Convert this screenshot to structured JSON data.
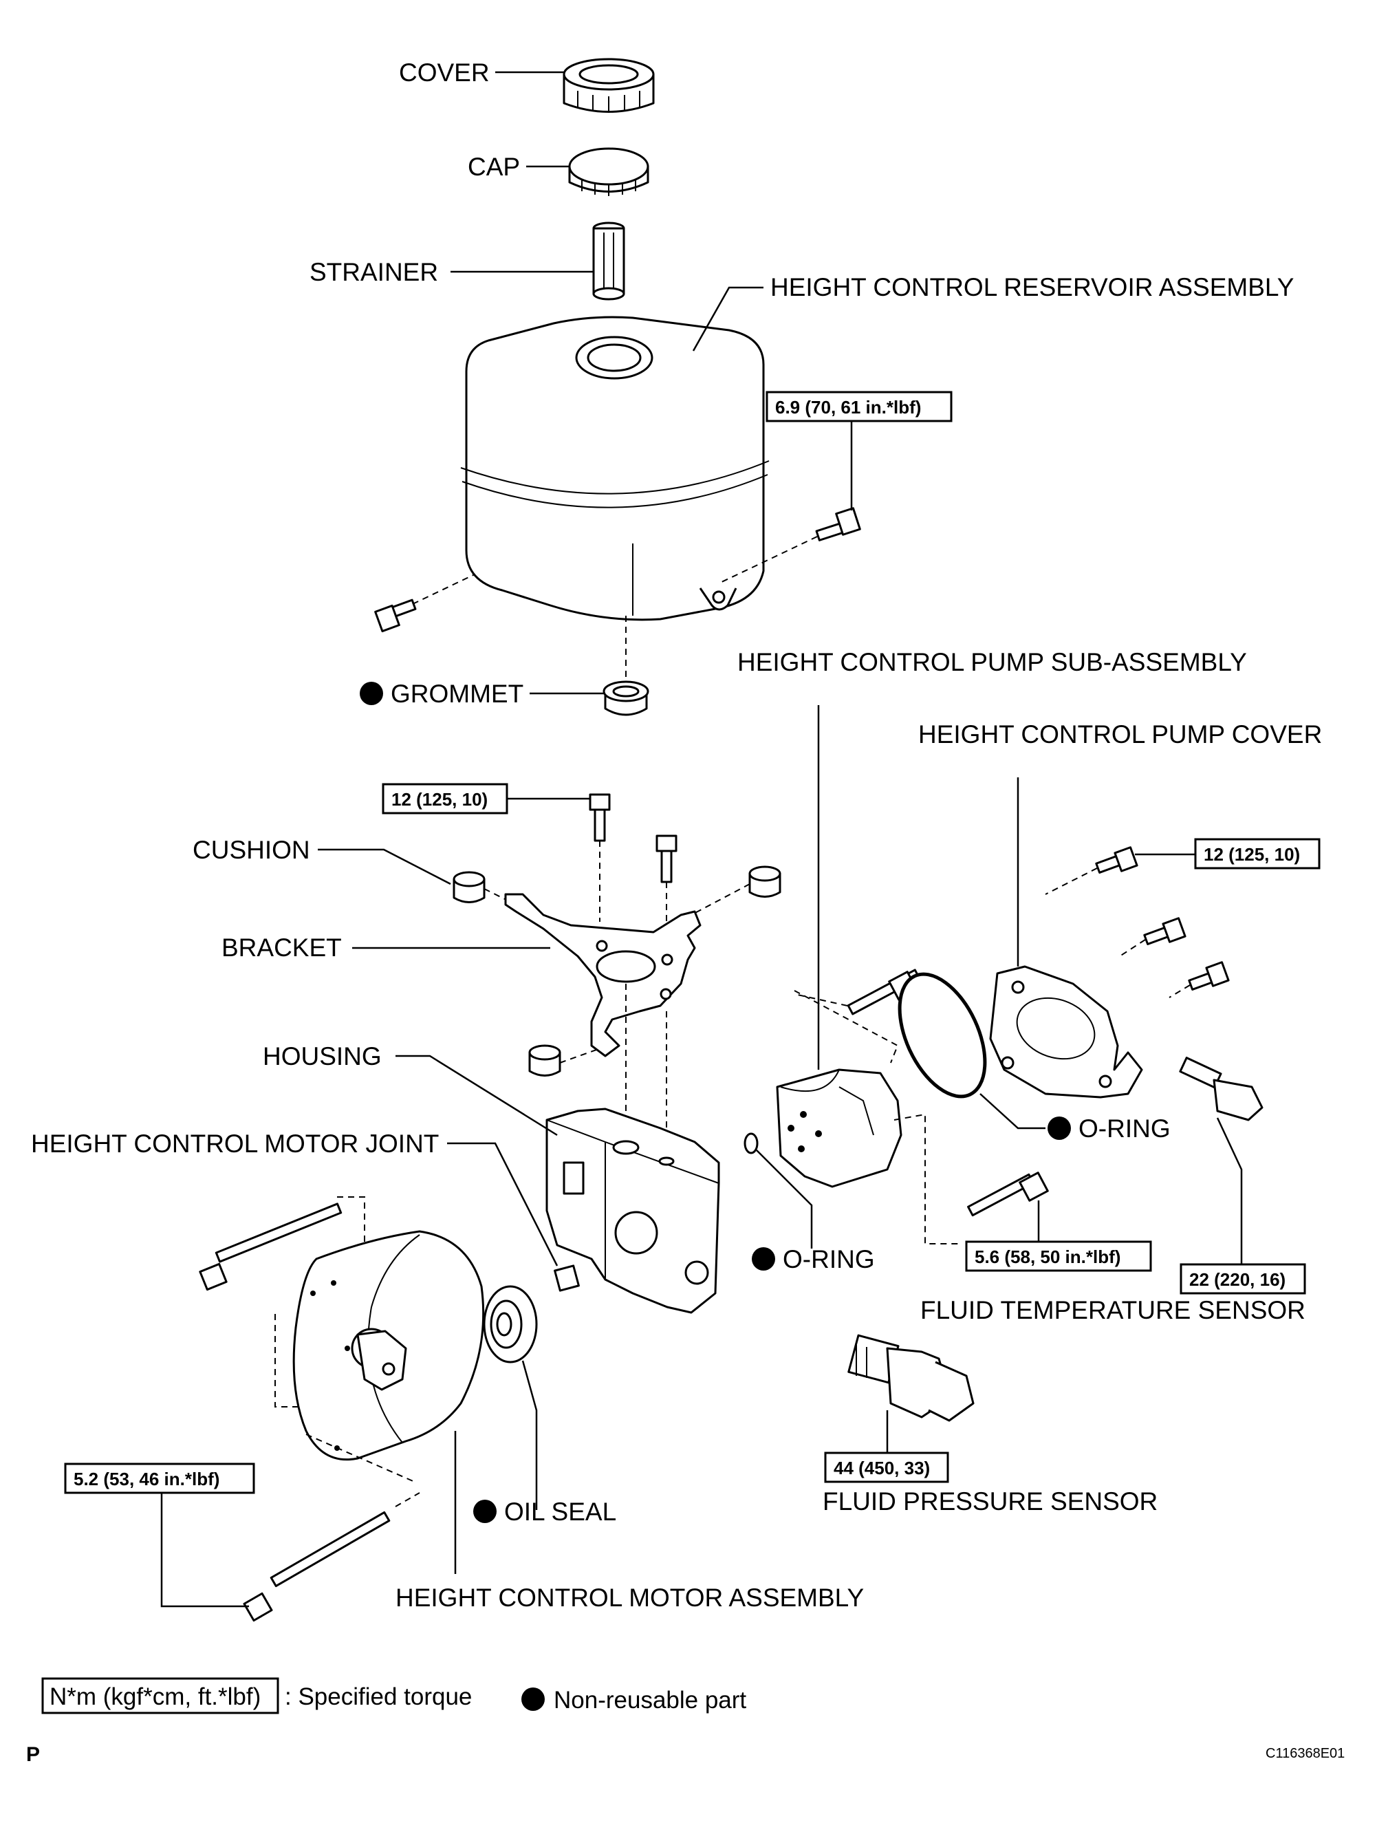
{
  "labels": {
    "cover": "COVER",
    "cap": "CAP",
    "strainer": "STRAINER",
    "reservoir": "HEIGHT CONTROL RESERVOIR ASSEMBLY",
    "grommet": "GROMMET",
    "pump_sub_assembly": "HEIGHT CONTROL PUMP SUB-ASSEMBLY",
    "pump_cover": "HEIGHT CONTROL PUMP COVER",
    "cushion": "CUSHION",
    "bracket": "BRACKET",
    "housing": "HOUSING",
    "motor_joint": "HEIGHT CONTROL MOTOR JOINT",
    "o_ring_large": "O-RING",
    "o_ring_small": "O-RING",
    "fluid_temp_sensor": "FLUID TEMPERATURE SENSOR",
    "fluid_pressure_sensor": "FLUID PRESSURE SENSOR",
    "oil_seal": "OIL SEAL",
    "motor_assembly": "HEIGHT CONTROL MOTOR ASSEMBLY"
  },
  "torques": {
    "reservoir_bolt": "6.9 (70, 61 in.*lbf)",
    "bracket_bolt": "12 (125, 10)",
    "pump_cover_bolt": "12 (125, 10)",
    "pump_bolt": "5.6 (58, 50 in.*lbf)",
    "temp_sensor": "22 (220, 16)",
    "pressure_sensor": "44 (450, 33)",
    "motor_bolt": "5.2 (53, 46 in.*lbf)"
  },
  "legend": {
    "torque_box": "N*m (kgf*cm, ft.*lbf)",
    "torque_desc": ": Specified torque",
    "nonreusable_desc": "Non-reusable part"
  },
  "footer": {
    "corner_letter": "P",
    "figure_code": "C116368E01"
  }
}
